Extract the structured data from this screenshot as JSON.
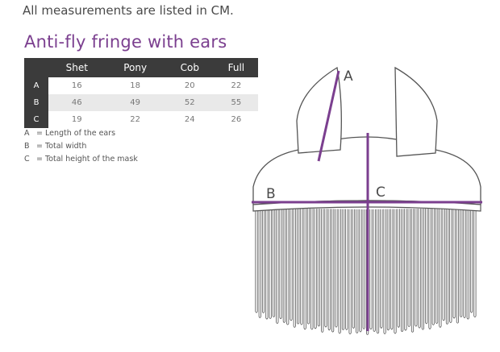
{
  "intro": "All measurements are listed in CM.",
  "title": "Anti-fly fringe with ears",
  "table": {
    "headers": [
      "Shet",
      "Pony",
      "Cob",
      "Full"
    ],
    "rows": [
      {
        "label": "A",
        "values": [
          "16",
          "18",
          "20",
          "22"
        ]
      },
      {
        "label": "B",
        "values": [
          "46",
          "49",
          "52",
          "55"
        ]
      },
      {
        "label": "C",
        "values": [
          "19",
          "22",
          "24",
          "26"
        ]
      }
    ]
  },
  "legend": [
    {
      "key": "A",
      "text": "= Length of the ears"
    },
    {
      "key": "B",
      "text": "= Total width"
    },
    {
      "key": "C",
      "text": "= Total height of the mask"
    }
  ],
  "diagram": {
    "label_a": "A",
    "label_b": "B",
    "label_c": "C",
    "accent_color": "#7b3f8f",
    "outline_color": "#555555"
  }
}
